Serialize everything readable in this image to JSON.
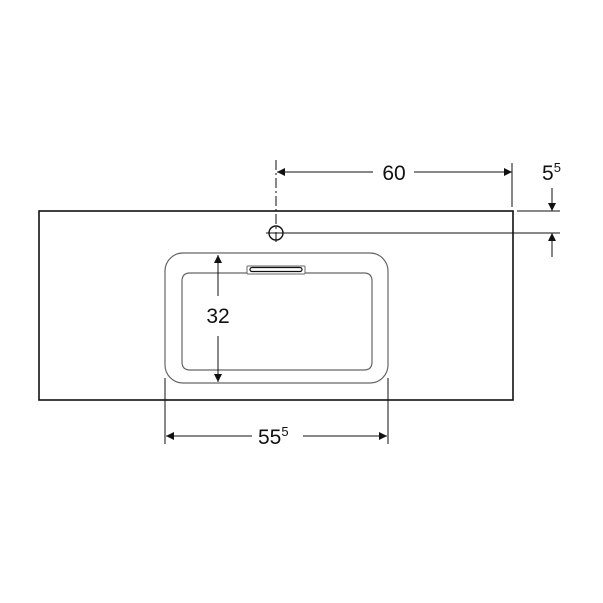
{
  "diagram": {
    "dimensions": {
      "tap_hole_to_right_edge": {
        "main": "60",
        "sup": ""
      },
      "tap_hole_from_back_edge": {
        "main": "5",
        "sup": "5"
      },
      "basin_depth": {
        "main": "32",
        "sup": ""
      },
      "basin_width": {
        "main": "55",
        "sup": "5"
      }
    },
    "colors": {
      "line": "#111111",
      "basin": "#555555",
      "background": "#ffffff"
    }
  }
}
